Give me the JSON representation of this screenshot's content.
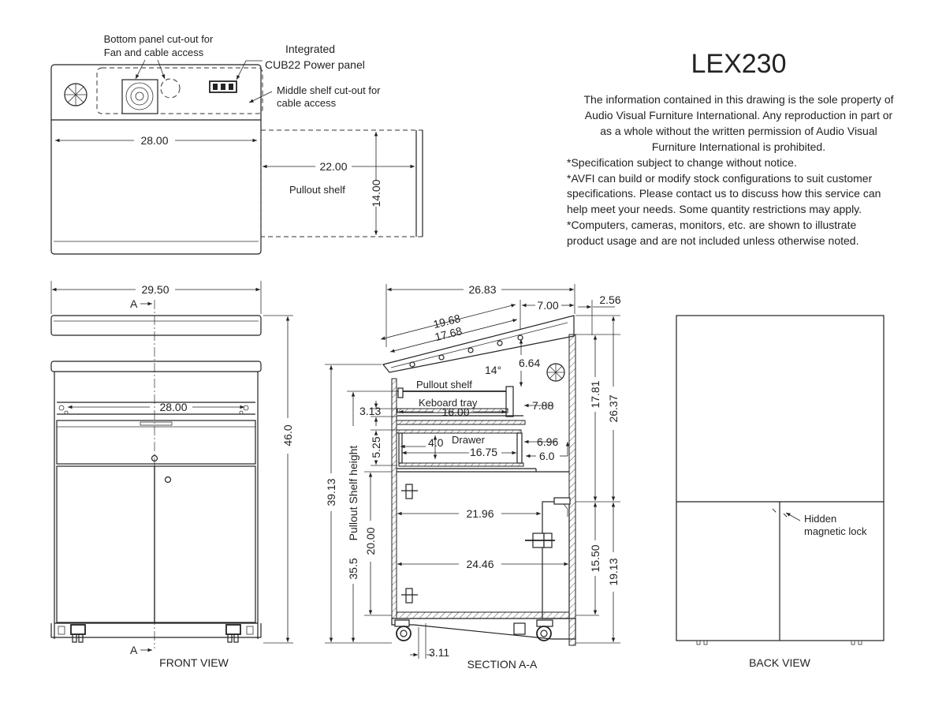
{
  "title": "LEX230",
  "info_lines": [
    "The information contained in this drawing is the sole property of",
    "Audio Visual Furniture International. Any reproduction in part or",
    "as a whole without the written permission of Audio Visual",
    "Furniture International is prohibited.",
    "*Specification subject to change without notice.",
    "*AVFI can build or modify stock configurations to suit customer",
    "specifications. Please contact us to discuss how this service can",
    "help meet your needs. Some quantity restrictions may apply.",
    "*Computers, cameras, monitors, etc. are shown to illustrate",
    "product usage and are not included unless otherwise noted."
  ],
  "top_view": {
    "note_bottom_panel_1": "Bottom panel cut-out for",
    "note_bottom_panel_2": "Fan and cable access",
    "note_power_1": "Integrated",
    "note_power_2": "CUB22 Power panel",
    "note_middle_1": "Middle shelf cut-out for",
    "note_middle_2": "cable access",
    "width": "28.00",
    "pullout_depth": "22.00",
    "pullout_width": "14.00",
    "pullout_label": "Pullout shelf"
  },
  "front_view": {
    "label": "FRONT VIEW",
    "overall_width": "29.50",
    "inner_width": "28.00",
    "height": "46.0",
    "section_mark": "A"
  },
  "section_view": {
    "label": "SECTION A-A",
    "depth": "26.83",
    "top_slope": "19.68",
    "inner_slope": "17.68",
    "top_flat": "7.00",
    "overhang": "2.56",
    "angle": "14°",
    "top_height": "6.64",
    "pullout_label": "Pullout shelf",
    "keyboard_label": "Keboard tray",
    "drawer_label": "Drawer",
    "keyboard_gap": "3.13",
    "keyboard_width": "16.00",
    "keyboard_depth": "7.88",
    "drawer_gap": "5.25",
    "drawer_height": "4.0",
    "drawer_width": "16.75",
    "drawer_d1": "6.96",
    "drawer_d2": "6.0",
    "upper_height": "17.81",
    "total_height": "26.37",
    "shelf_height": "39.13",
    "shelf_height_label": "Pullout Shelf height",
    "shelf_height_2": "35.5",
    "cabinet_height": "20.00",
    "inner_depth": "21.96",
    "outer_depth": "24.46",
    "lower_h1": "15.50",
    "lower_h2": "19.13",
    "caster_offset": "3.11"
  },
  "back_view": {
    "label": "BACK VIEW",
    "lock_note_1": "Hidden",
    "lock_note_2": "magnetic lock"
  },
  "colors": {
    "line": "#222222",
    "info_text": "#555555",
    "background": "#ffffff"
  },
  "icons": [
    "fan-icon",
    "power-outlet-icon",
    "lock-icon",
    "caster-icon",
    "hinge-icon"
  ]
}
